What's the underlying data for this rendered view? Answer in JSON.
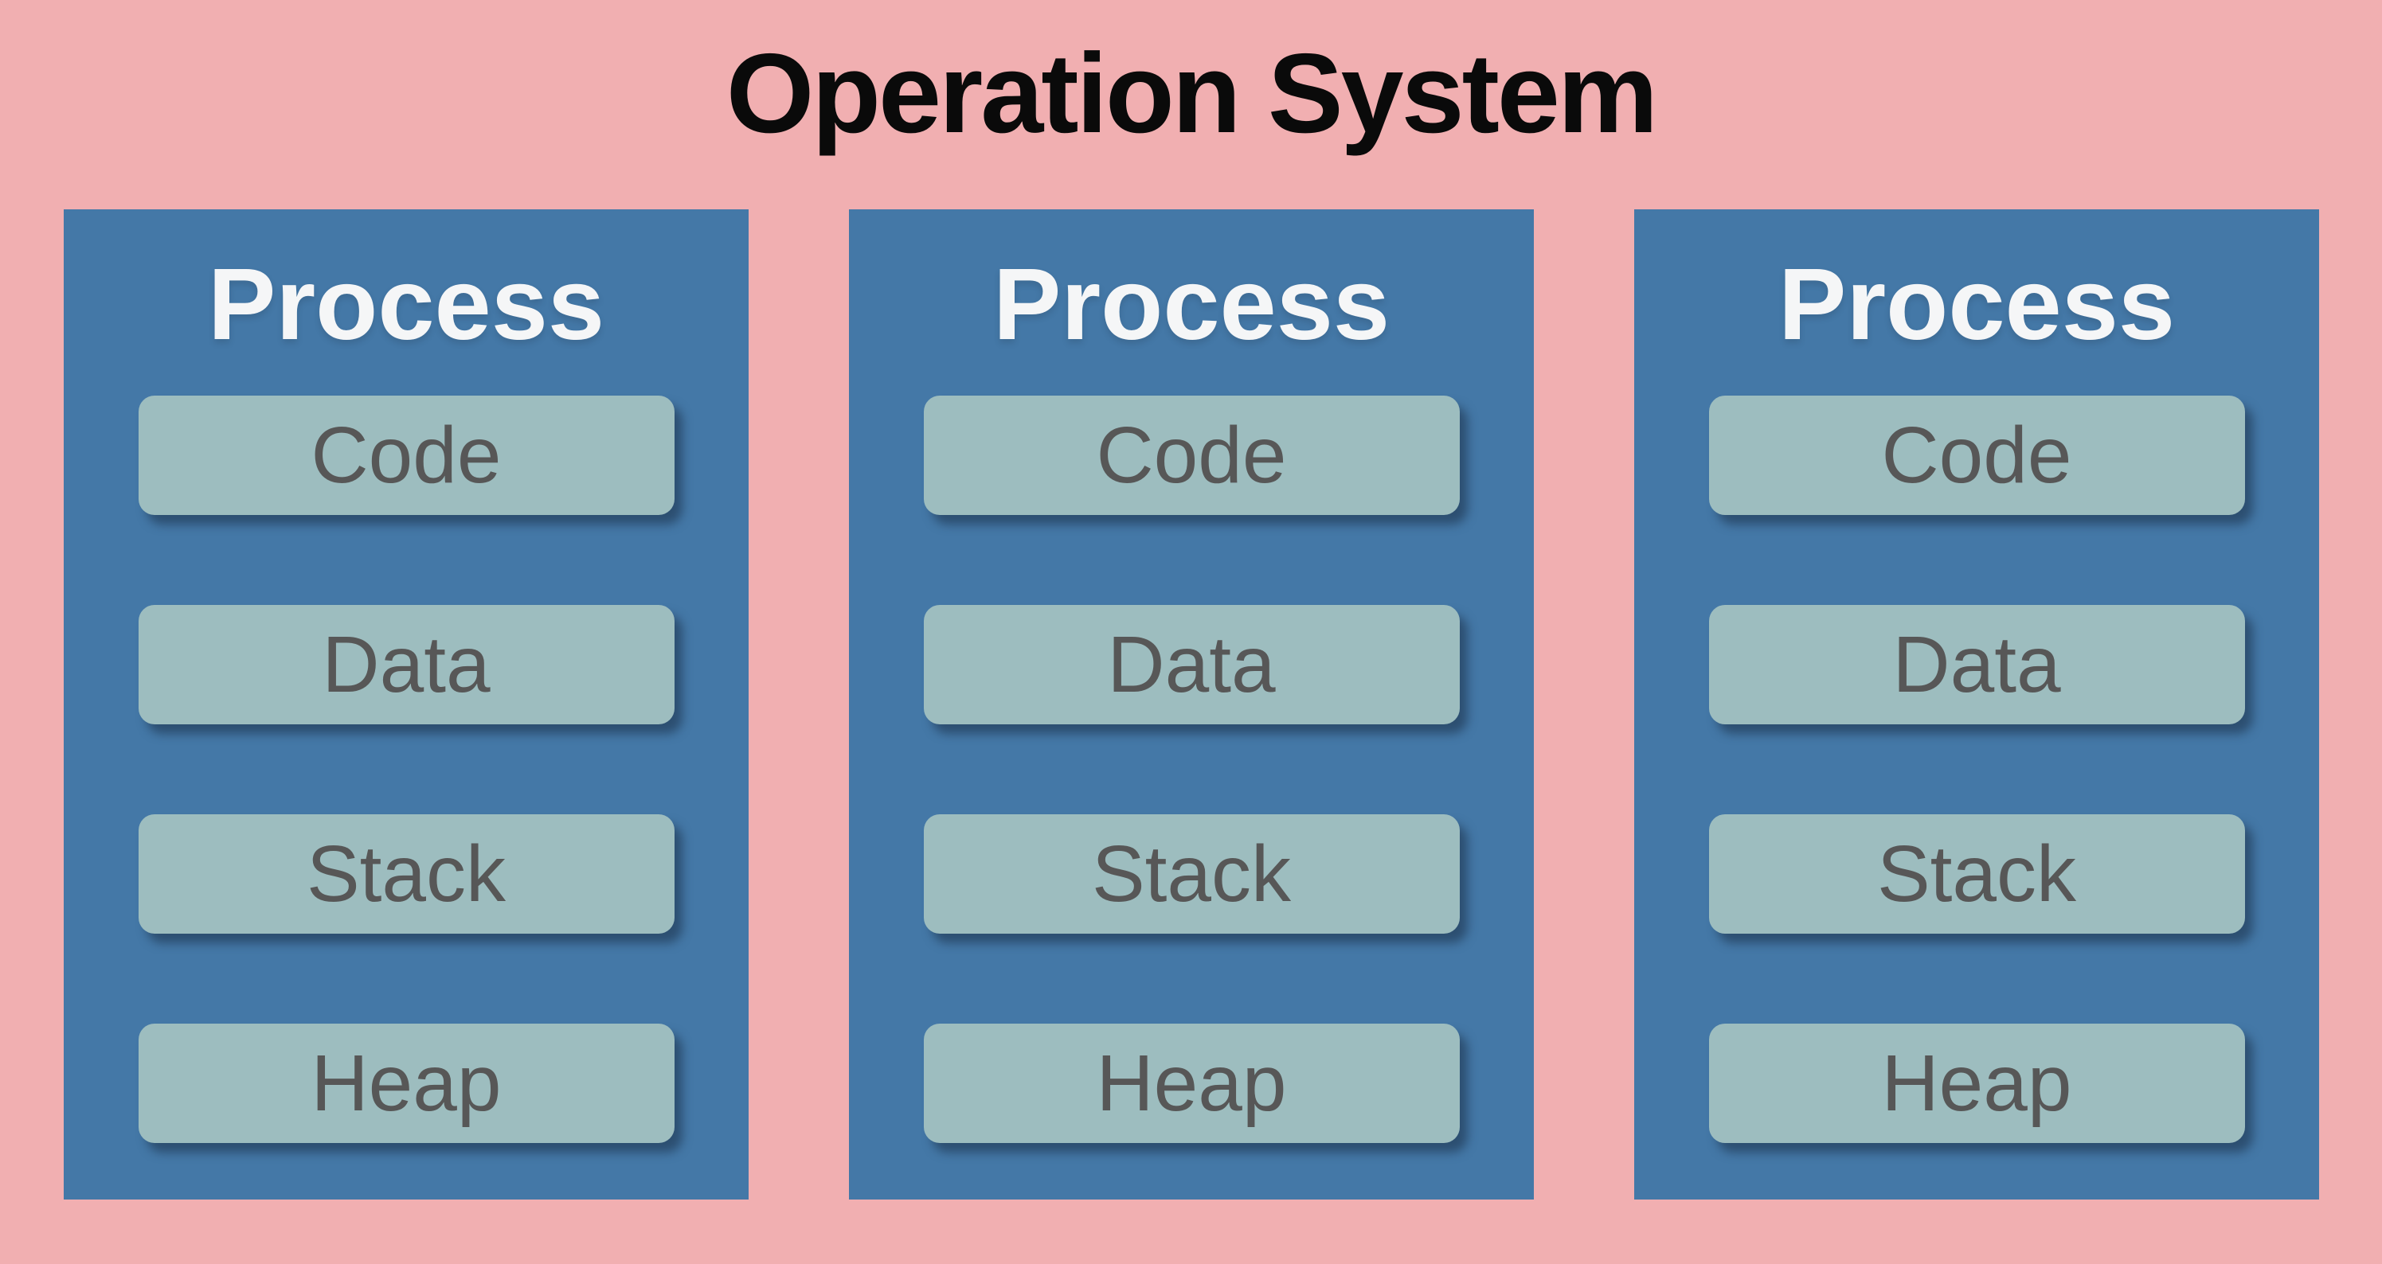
{
  "title": "Operation System",
  "colors": {
    "background": "#F1AFB1",
    "process_box": "#4478A7",
    "memory_box": "#9DBDBF",
    "title_text": "#0A0A0A",
    "process_text": "#F5F6F7",
    "memory_text": "#575757"
  },
  "processes": [
    {
      "label": "Process",
      "segments": [
        "Code",
        "Data",
        "Stack",
        "Heap"
      ]
    },
    {
      "label": "Process",
      "segments": [
        "Code",
        "Data",
        "Stack",
        "Heap"
      ]
    },
    {
      "label": "Process",
      "segments": [
        "Code",
        "Data",
        "Stack",
        "Heap"
      ]
    }
  ]
}
